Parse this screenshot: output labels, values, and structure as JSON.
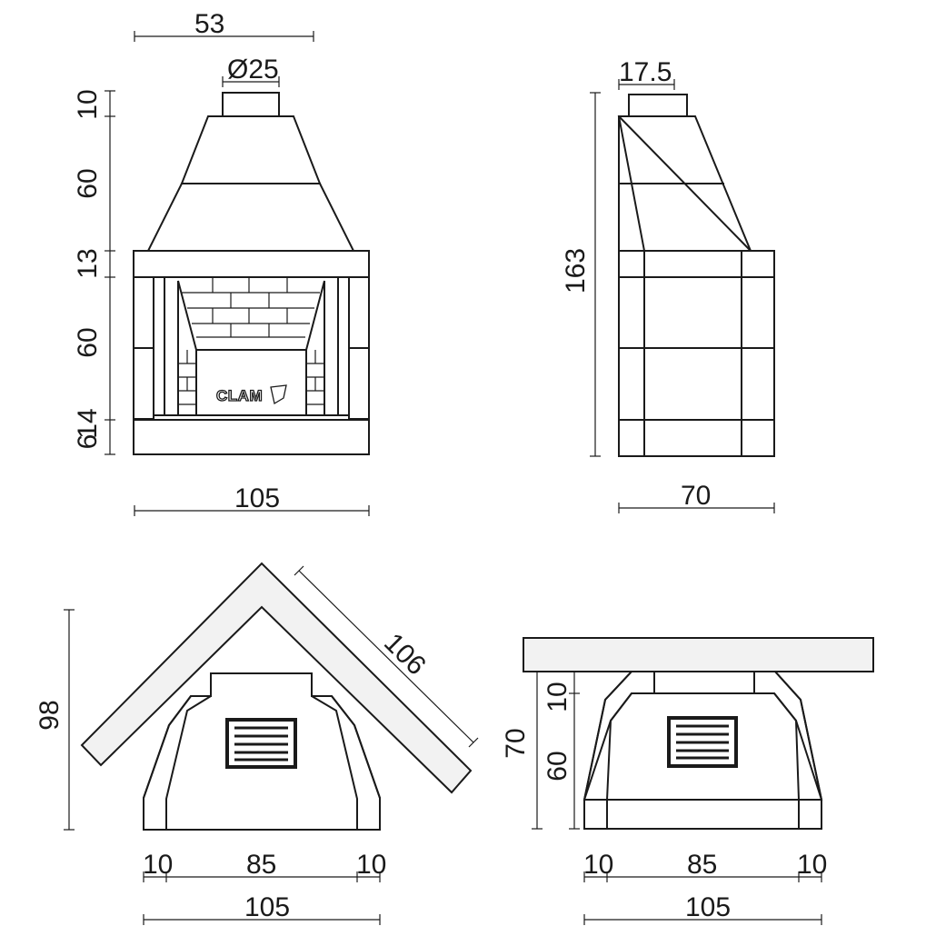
{
  "front_view": {
    "top_width": "53",
    "flue_diameter": "Ø25",
    "height_flue": "10",
    "height_hood": "60",
    "height_beam": "13",
    "height_opening": "60",
    "height_hearth": "14",
    "height_base": "6",
    "total_width": "105",
    "logo_text": "CLAM"
  },
  "side_view": {
    "flue_depth": "17.5",
    "total_height": "163",
    "total_depth": "70"
  },
  "corner_plan": {
    "depth": "98",
    "side_length": "106",
    "left_wall": "10",
    "inner_width": "85",
    "right_wall": "10",
    "total_width": "105"
  },
  "wall_plan": {
    "depth": "70",
    "wall_thickness": "10",
    "inner_depth": "60",
    "left_wall": "10",
    "inner_width": "85",
    "right_wall": "10",
    "total_width": "105"
  }
}
